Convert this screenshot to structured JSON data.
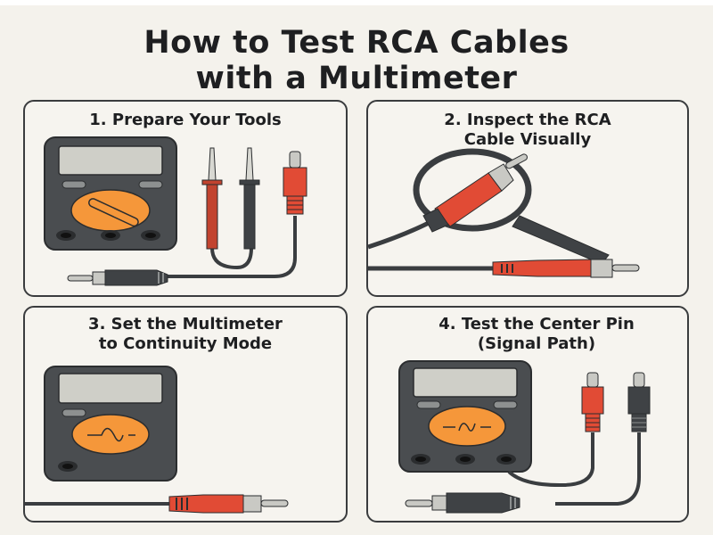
{
  "title": {
    "line1": "How to Test RCA Cables",
    "line2": "with a Multimeter"
  },
  "steps": [
    {
      "number": 1,
      "title_line1": "1. Prepare Your Tools",
      "title_line2": "",
      "illustration": [
        "multimeter",
        "test-probes-red-black",
        "rca-cable-red"
      ]
    },
    {
      "number": 2,
      "title_line1": "2. Inspect the RCA",
      "title_line2": "Cable Visually",
      "illustration": [
        "magnifying-glass",
        "rca-plug-red"
      ]
    },
    {
      "number": 3,
      "title_line1": "3. Set the Multimeter",
      "title_line2": "to Continuity Mode",
      "illustration": [
        "multimeter-continuity-symbol",
        "rca-cable-red"
      ]
    },
    {
      "number": 4,
      "title_line1": "4. Test the Center Pin",
      "title_line2": "(Signal Path)",
      "illustration": [
        "multimeter-continuity-symbol",
        "rca-plug-red",
        "rca-plug-black",
        "cable"
      ]
    }
  ],
  "colors": {
    "background": "#f4f2ec",
    "outline": "#3a3c3e",
    "meter_body": "#4a4d50",
    "meter_screen": "#cfcfc8",
    "dial": "#f5973a",
    "rca_red": "#e14b35",
    "probe_red": "#c2432f",
    "metal": "#c9c9c4",
    "text": "#1e1f21"
  }
}
